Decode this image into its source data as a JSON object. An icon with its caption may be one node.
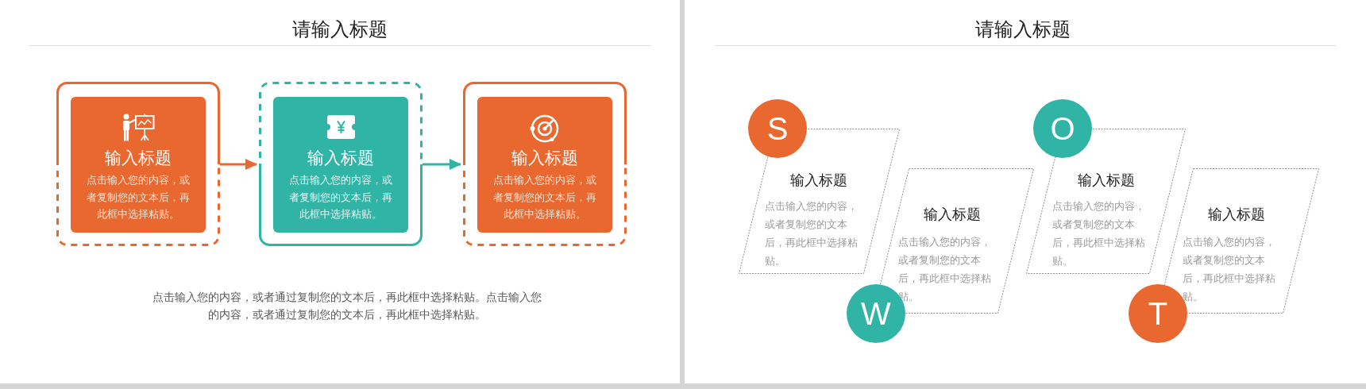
{
  "diagram": {
    "nodes": [
      {
        "text": [
          "输入标题",
          "点击输入您的内容，或者复制您的文本后，再此框中选择粘贴。"
        ]
      },
      {
        "text": [
          "输入标题",
          "点击输入您的内容，或者复制您的文本后，再此框中选择粘贴。"
        ]
      },
      {
        "text": [
          "输入标题",
          "点击输入您的内容，或者复制您的文本后，再此框中选择粘贴。"
        ]
      },
      {
        "text": [
          "S"
        ]
      },
      {
        "text": [
          "输入标题",
          "点击输入您的内容，或者复制您的文本后，再此框中选择粘贴。"
        ]
      },
      {
        "text": [
          "W"
        ]
      },
      {
        "text": [
          "输入标题",
          "点击输入您的内容，或者复制您的文本后，再此框中选择粘贴。"
        ]
      },
      {
        "text": [
          "O"
        ]
      },
      {
        "text": [
          "输入标题",
          "点击输入您的内容，或者复制您的文本后，再此框中选择粘贴。"
        ]
      },
      {
        "text": [
          "T"
        ]
      },
      {
        "text": [
          "输入标题",
          "点击输入您的内容，或者复制您的文本后，再此框中选择粘贴。"
        ]
      }
    ],
    "edges": [
      {
        "from": 0,
        "to": 1,
        "arrow": "to",
        "color": "#e9682f"
      },
      {
        "from": 1,
        "to": 2,
        "arrow": "to",
        "color": "#30b4a6"
      }
    ],
    "labels": [
      "请输入标题",
      "点击输入您的内容，或者通过复制您的文本后，再此框中选择粘贴。点击输入您的内容，或者通过复制您的文本后，再此框中选择粘贴。",
      "请输入标题"
    ]
  }
}
